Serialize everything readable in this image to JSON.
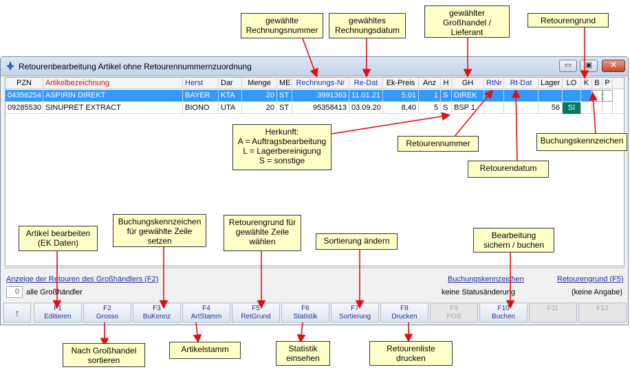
{
  "window": {
    "title": "Retourenbearbeitung Artikel ohne Retourennummernzuordnung",
    "min_label": "▭",
    "max_label": "▣",
    "close_label": "✕"
  },
  "grid": {
    "columns": [
      "PZN",
      "Artikelbezeichnung",
      "Herst",
      "Dar",
      "Menge",
      "ME",
      "Rechnungs-Nr",
      "Re-Dat",
      "Ek-Preis",
      "Anz",
      "H",
      "GH",
      "RtNr",
      "Rt-Dat",
      "Lager",
      "LO",
      "K",
      "B",
      "P"
    ],
    "rows": [
      {
        "pzn": "04356254",
        "name": "ASPIRIN DIREKT",
        "herst": "BAYER",
        "dar": "KTA",
        "menge": "20",
        "me": "ST",
        "rechnr": "3991363",
        "redat": "11.01.21",
        "ekpreis": "5,01",
        "anz": "1",
        "h": "S",
        "gh": "DIREK",
        "rtnr": "",
        "rtdat": "",
        "lager": "",
        "lo": "",
        "k": "",
        "b": "",
        "p": ""
      },
      {
        "pzn": "09285530",
        "name": "SINUPRET EXTRACT",
        "herst": "BIONO",
        "dar": "UTA",
        "menge": "20",
        "me": "ST",
        "rechnr": "95358413",
        "redat": "03.09.20",
        "ekpreis": "8,40",
        "anz": "5",
        "h": "S",
        "gh": "BSP 1",
        "rtnr": "",
        "rtdat": "",
        "lager": "56",
        "lo": "SI",
        "k": "",
        "b": "",
        "p": ""
      }
    ]
  },
  "info": {
    "show_returns_link": "Anzeige der Retouren des Großhändlers (F2)",
    "booking_codes_link": "Buchungskennzeichen",
    "return_reason_link": "Retourengrund (F5)",
    "count_value": "0",
    "all_wholesalers": "alle Großhändler",
    "no_status_change": "keine Statusänderung",
    "no_entry": "(keine Angabe)"
  },
  "fkeys": [
    {
      "key": "↑",
      "label": ""
    },
    {
      "key": "F1",
      "label": "Editieren"
    },
    {
      "key": "F2",
      "label": "Grosso"
    },
    {
      "key": "F3",
      "label": "BuKennz"
    },
    {
      "key": "F4",
      "label": "ArtStamm"
    },
    {
      "key": "F5",
      "label": "RetGrund"
    },
    {
      "key": "F6",
      "label": "Statistik"
    },
    {
      "key": "F7",
      "label": "Sortierung"
    },
    {
      "key": "F8",
      "label": "Drucken"
    },
    {
      "key": "F9",
      "label": "POS"
    },
    {
      "key": "F10",
      "label": "Buchen"
    },
    {
      "key": "F11",
      "label": ""
    },
    {
      "key": "F12",
      "label": ""
    }
  ],
  "callouts": {
    "rechnungsnummer": [
      "gewählte",
      "Rechnungsnummer"
    ],
    "rechnungsdatum": [
      "gewähltes",
      "Rechnungsdatum"
    ],
    "grosshandel": [
      "gewählter",
      "Großhandel /",
      "Lieferant"
    ],
    "retourengrund": [
      "Retourengrund"
    ],
    "herkunft": [
      "Herkunft:",
      "A = Auftragsbearbeitung",
      "L = Lagerbereinigung",
      "S = sonstige"
    ],
    "retourennummer": [
      "Retourennummer"
    ],
    "buchungskennzeichen": [
      "Buchungskennzeichen"
    ],
    "retourendatum": [
      "Retourendatum"
    ],
    "artikel_bearbeiten": [
      "Artikel bearbeiten",
      "(EK Daten)"
    ],
    "buk_setzen": [
      "Buchungskennzeichen",
      "für gewählte Zeile",
      "setzen"
    ],
    "retgrund_waehlen": [
      "Retourengrund für",
      "gewählte Zeile",
      "wählen"
    ],
    "sortierung": [
      "Sortierung ändern"
    ],
    "bearbeitung": [
      "Bearbeitung",
      "sichern / buchen"
    ],
    "nach_grosshandel": [
      "Nach Großhandel",
      "sortieren"
    ],
    "artikelstamm": [
      "Artikelstamm"
    ],
    "statistik": [
      "Statistik",
      "einsehen"
    ],
    "retourenliste": [
      "Retourenliste",
      "drucken"
    ]
  }
}
